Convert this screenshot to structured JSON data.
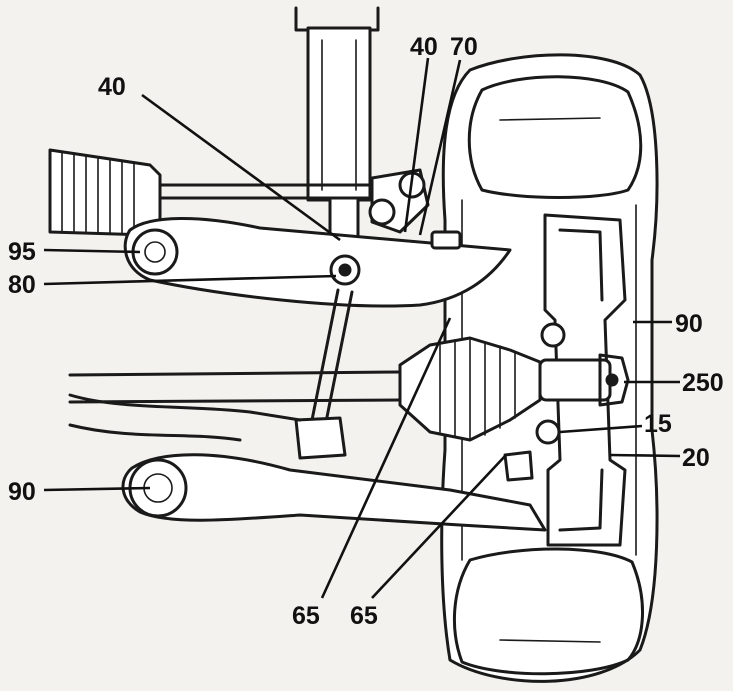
{
  "labels": {
    "l40a": "40",
    "l40b": "40",
    "l70": "70",
    "l95": "95",
    "l80": "80",
    "l90r": "90",
    "l250": "250",
    "l15": "15",
    "l20": "20",
    "l90l": "90",
    "l65a": "65",
    "l65b": "65"
  }
}
